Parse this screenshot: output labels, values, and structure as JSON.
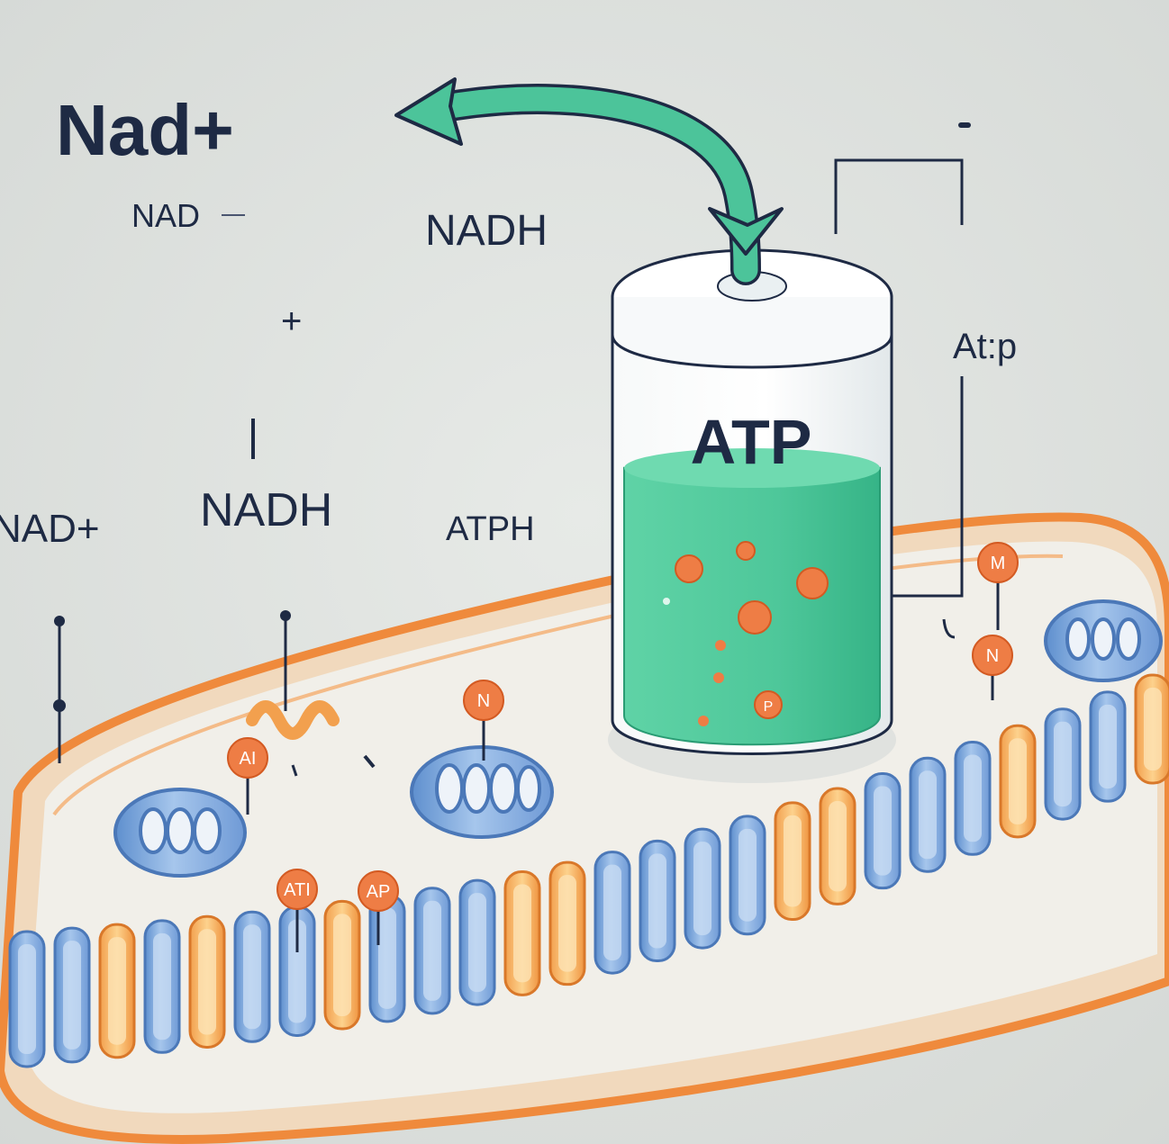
{
  "labels": {
    "title": "Nad+",
    "nad_small": "NAD",
    "nadh_top": "NADH",
    "plus": "+",
    "nad_plus_left": "NAD+",
    "nadh_mid": "NADH",
    "atph": "ATPH",
    "atip": "At:p",
    "battery": "ATP",
    "ball_labels": [
      "AI",
      "ATI",
      "AP",
      "P",
      "N",
      "N",
      "M"
    ]
  },
  "colors": {
    "background": "#dcdfdc",
    "arrow": "#4cc49a",
    "liquid": "#4fc99b",
    "membrane_orange": "#f0944a",
    "protein_blue": "#7ea9dc",
    "molecule": "#ee7d45",
    "text": "#1e2a44"
  },
  "icons": [
    "curved-arrow-icon",
    "battery-cylinder-icon",
    "membrane-protein-icon",
    "atp-molecule-icon"
  ]
}
